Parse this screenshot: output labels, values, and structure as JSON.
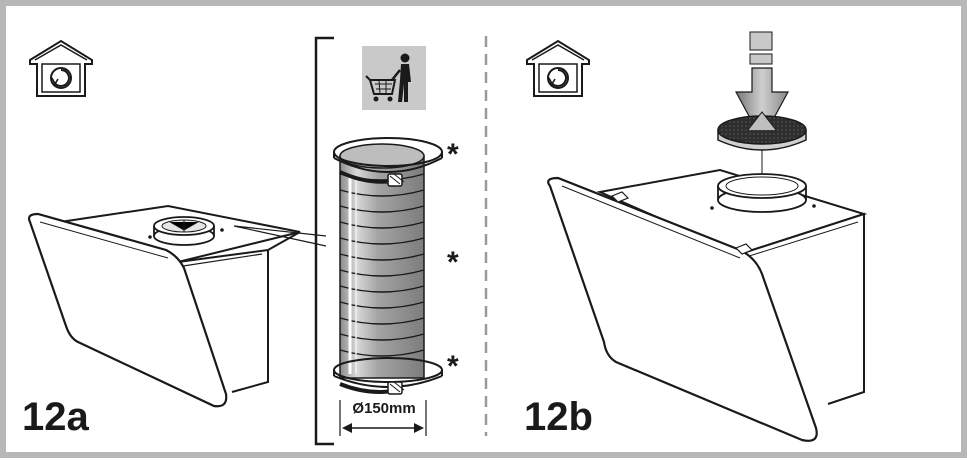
{
  "panels": [
    {
      "label": "12a"
    },
    {
      "label": "12b"
    }
  ],
  "duct": {
    "diameter_label": "Ø150mm",
    "asterisks": [
      "*",
      "*",
      "*"
    ]
  },
  "icons": {
    "recirculation_house": "house-recirculation-icon",
    "shopping_accessory": "shopping-cart-person-icon",
    "insert_filter_arrow": "down-arrow-icon"
  },
  "colors": {
    "frame": "#b7b7b7",
    "line": "#1a1a1a",
    "duct_fill": "#9a9a9a",
    "icon_bg": "#c9c9c9",
    "filter_dark": "#2e2e2e"
  }
}
